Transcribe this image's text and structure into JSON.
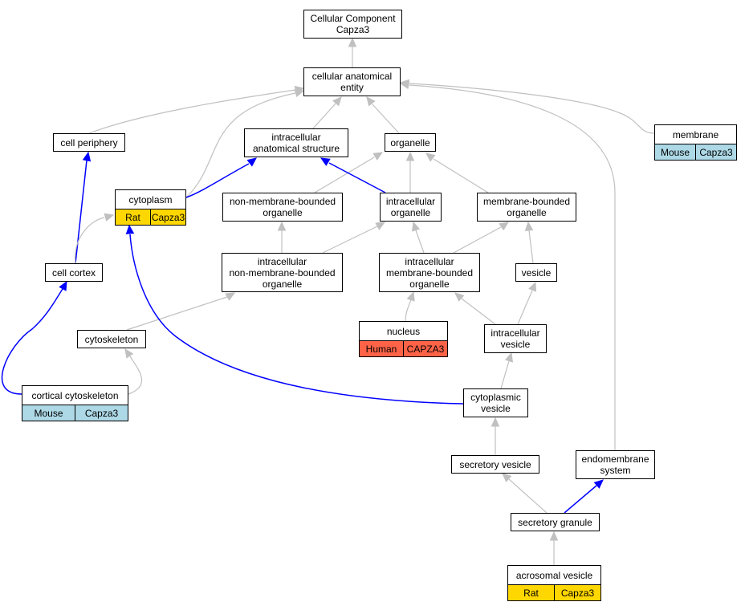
{
  "diagram": {
    "colors": {
      "generic_edge": "#c0c0c0",
      "highlight_edge": "#0000ff",
      "rat": "#ffd700",
      "mouse": "#add8e6",
      "human": "#ff6347"
    },
    "nodes": {
      "root": {
        "label": "Cellular Component\nCapza3"
      },
      "cellular_anatomical_entity": {
        "label": "cellular anatomical\nentity"
      },
      "cell_periphery": {
        "label": "cell periphery"
      },
      "intracellular_anatomical_structure": {
        "label": "intracellular\nanatomical structure"
      },
      "organelle": {
        "label": "organelle"
      },
      "membrane": {
        "label": "membrane",
        "species": "Mouse",
        "gene": "Capza3"
      },
      "cytoplasm": {
        "label": "cytoplasm",
        "species": "Rat",
        "gene": "Capza3"
      },
      "non_membrane_bounded_organelle": {
        "label": "non-membrane-bounded\norganelle"
      },
      "intracellular_organelle": {
        "label": "intracellular\norganelle"
      },
      "membrane_bounded_organelle": {
        "label": "membrane-bounded\norganelle"
      },
      "cell_cortex": {
        "label": "cell cortex"
      },
      "intracellular_non_membrane_bounded_organelle": {
        "label": "intracellular\nnon-membrane-bounded\norganelle"
      },
      "intracellular_membrane_bounded_organelle": {
        "label": "intracellular\nmembrane-bounded\norganelle"
      },
      "vesicle": {
        "label": "vesicle"
      },
      "cytoskeleton": {
        "label": "cytoskeleton"
      },
      "nucleus": {
        "label": "nucleus",
        "species": "Human",
        "gene": "CAPZA3"
      },
      "intracellular_vesicle": {
        "label": "intracellular\nvesicle"
      },
      "cortical_cytoskeleton": {
        "label": "cortical cytoskeleton",
        "species": "Mouse",
        "gene": "Capza3"
      },
      "cytoplasmic_vesicle": {
        "label": "cytoplasmic\nvesicle"
      },
      "secretory_vesicle": {
        "label": "secretory vesicle"
      },
      "endomembrane_system": {
        "label": "endomembrane\nsystem"
      },
      "secretory_granule": {
        "label": "secretory granule"
      },
      "acrosomal_vesicle": {
        "label": "acrosomal vesicle",
        "species": "Rat",
        "gene": "Capza3"
      }
    }
  }
}
